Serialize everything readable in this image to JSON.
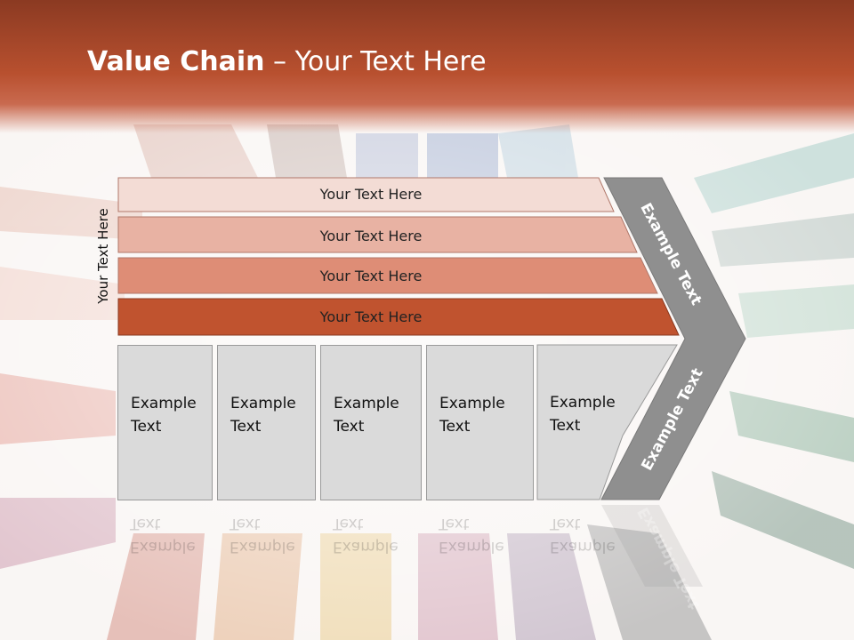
{
  "title": {
    "bold": "Value Chain",
    "rest": " – Your Text Here"
  },
  "side_label": "Your Text Here",
  "rows": [
    {
      "label": "Your Text Here",
      "color": "#f3dcd5"
    },
    {
      "label": "Your Text Here",
      "color": "#e8b2a3"
    },
    {
      "label": "Your Text Here",
      "color": "#de8d76"
    },
    {
      "label": "Your Text Here",
      "color": "#c0532f"
    }
  ],
  "boxes": [
    {
      "line1": "Example",
      "line2": "Text"
    },
    {
      "line1": "Example",
      "line2": "Text"
    },
    {
      "line1": "Example",
      "line2": "Text"
    },
    {
      "line1": "Example",
      "line2": "Text"
    },
    {
      "line1": "Example",
      "line2": "Text"
    }
  ],
  "chevron": {
    "upper_text": "Example Text",
    "lower_text": "Example Text",
    "color": "#8f8f8f"
  }
}
